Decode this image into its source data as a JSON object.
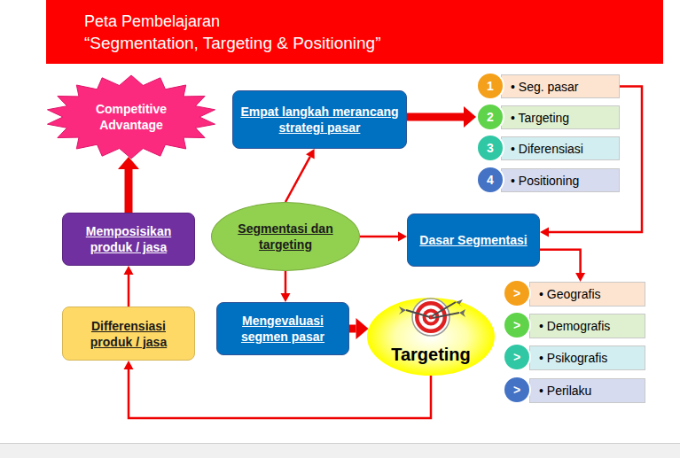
{
  "diagram": {
    "nodes": [
      {
        "text": [
          "Peta Pembelajaran",
          "“Segmentation, Targeting & Positioning”"
        ]
      },
      {
        "text": [
          "Competitive Advantage"
        ]
      },
      {
        "text": [
          "Empat langkah merancang strategi pasar"
        ]
      },
      {
        "text": [
          "• Seg. pasar"
        ]
      },
      {
        "text": [
          "1"
        ],
        "in": 3
      },
      {
        "text": [
          "• Targeting"
        ]
      },
      {
        "text": [
          "2"
        ],
        "in": 5
      },
      {
        "text": [
          "• Diferensiasi"
        ]
      },
      {
        "text": [
          "3"
        ],
        "in": 7
      },
      {
        "text": [
          "• Positioning"
        ]
      },
      {
        "text": [
          "4"
        ],
        "in": 9
      },
      {
        "text": [
          "Memposisikan produk / jasa"
        ]
      },
      {
        "text": [
          "Segmentasi dan targeting"
        ]
      },
      {
        "text": [
          "Dasar Segmentasi"
        ]
      },
      {
        "text": [
          "• Geografis"
        ]
      },
      {
        "text": [
          ">"
        ],
        "in": 14
      },
      {
        "text": [
          "• Demografis"
        ]
      },
      {
        "text": [
          ">"
        ],
        "in": 16
      },
      {
        "text": [
          "• Psikografis"
        ]
      },
      {
        "text": [
          ">"
        ],
        "in": 18
      },
      {
        "text": [
          "• Perilaku"
        ]
      },
      {
        "text": [
          ">"
        ],
        "in": 20
      },
      {
        "text": [
          "Differensiasi produk / jasa"
        ]
      },
      {
        "text": [
          "Mengevaluasi segmen pasar"
        ]
      },
      {
        "text": [
          "Targeting"
        ]
      }
    ],
    "edges": [
      {
        "from": 11,
        "to": 1,
        "arrow": "to"
      },
      {
        "from": 12,
        "to": 2,
        "arrow": "to"
      },
      {
        "from": 2,
        "to": 6,
        "arrow": "to"
      },
      {
        "from": 12,
        "to": 13,
        "arrow": "to"
      },
      {
        "from": 3,
        "to": 13,
        "arrow": "to"
      },
      {
        "from": 13,
        "to": 14,
        "arrow": "to"
      },
      {
        "from": 12,
        "to": 23,
        "arrow": "to"
      },
      {
        "from": 23,
        "to": 24,
        "arrow": "to"
      },
      {
        "from": 24,
        "to": 22,
        "arrow": "to"
      },
      {
        "from": 22,
        "to": 11,
        "arrow": "to"
      }
    ]
  }
}
